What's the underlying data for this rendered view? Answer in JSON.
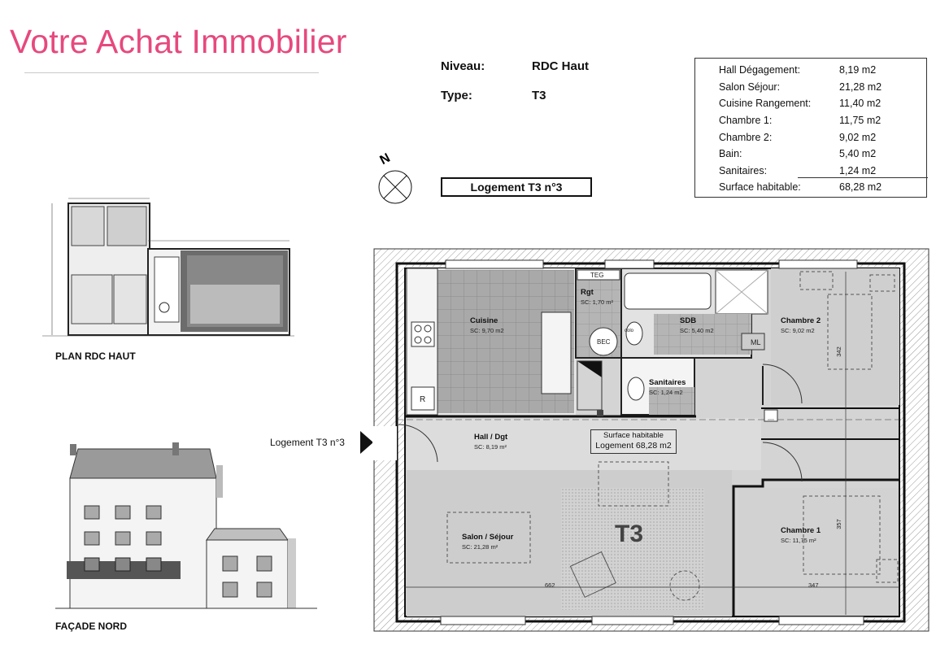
{
  "brand": "Votre Achat Immobilier",
  "meta": {
    "niveau_label": "Niveau:",
    "niveau_value": "RDC Haut",
    "type_label": "Type:",
    "type_value": "T3"
  },
  "compass_letter": "N",
  "badge": "Logement T3 n°3",
  "areas": [
    {
      "label": "Hall Dégagement:",
      "value": "8,19 m2"
    },
    {
      "label": "Salon Séjour:",
      "value": "21,28 m2"
    },
    {
      "label": "Cuisine Rangement:",
      "value": "11,40 m2"
    },
    {
      "label": "Chambre 1:",
      "value": "11,75 m2"
    },
    {
      "label": "Chambre 2:",
      "value": "9,02 m2"
    },
    {
      "label": "Bain:",
      "value": "5,40 m2"
    },
    {
      "label": "Sanitaires:",
      "value": "1,24 m2"
    }
  ],
  "area_total": {
    "label": "Surface habitable:",
    "value": "68,28 m2"
  },
  "thumb_captions": {
    "plan": "PLAN RDC HAUT",
    "facade": "FAÇADE NORD"
  },
  "entry_label": "Logement T3 n°3",
  "rooms": {
    "cuisine": {
      "name": "Cuisine",
      "sc": "SC: 9,70 m2"
    },
    "rgt": {
      "name": "Rgt",
      "sc": "SC: 1,70 m²"
    },
    "sdb": {
      "name": "SDB",
      "sc": "SC: 5,40 m2"
    },
    "chambre2": {
      "name": "Chambre 2",
      "sc": "SC:       9,02 m2"
    },
    "sanitaires": {
      "name": "Sanitaires",
      "sc": "SC: 1,24 m2"
    },
    "hall": {
      "name": "Hall / Dgt",
      "sc": "SC: 8,19 m²"
    },
    "salon": {
      "name": "Salon / Séjour",
      "sc": "SC:             21,28 m²"
    },
    "chambre1": {
      "name": "Chambre 1",
      "sc": "SC:   11,75 m²"
    }
  },
  "fixtures": {
    "teg": "TEG",
    "bec": "BEC",
    "ml": "ML",
    "r": "R",
    "colonne": "colo"
  },
  "surface_box": {
    "line1": "Surface habitable",
    "line2": "Logement  68,28 m2"
  },
  "big_label": "T3",
  "dimensions": {
    "d662": "662",
    "d347": "347",
    "d342": "342",
    "d357": "357"
  }
}
